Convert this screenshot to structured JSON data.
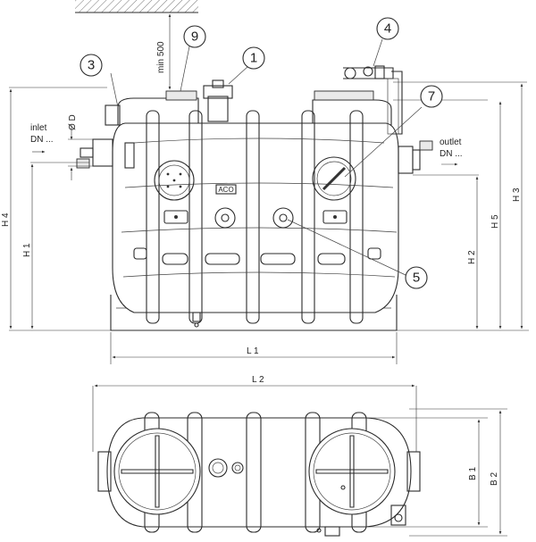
{
  "labels": {
    "inlet_1": "inlet",
    "inlet_2": "DN ...",
    "outlet_1": "outlet",
    "outlet_2": "DN ...",
    "min500": "min 500",
    "od": "Ø D",
    "brand": "ACO"
  },
  "dimensions": {
    "h1": "H 1",
    "h2": "H 2",
    "h3": "H 3",
    "h4": "H 4",
    "h5": "H 5",
    "l1": "L 1",
    "l2": "L 2",
    "b1": "B 1",
    "b2": "B 2"
  },
  "callouts": {
    "c1": "1",
    "c3": "3",
    "c4": "4",
    "c5": "5",
    "c7": "7",
    "c9": "9"
  }
}
